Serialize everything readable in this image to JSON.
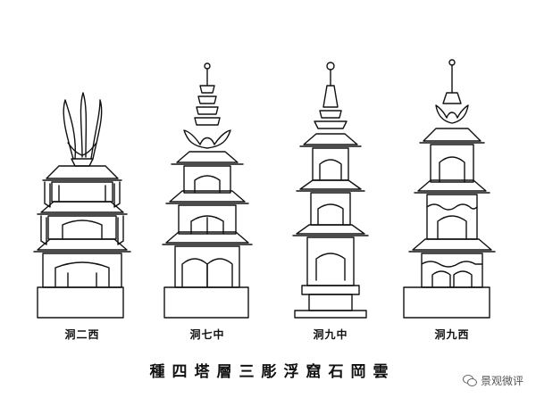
{
  "captions": [
    {
      "id": "cave2-west",
      "text": "洞二西"
    },
    {
      "id": "cave7-center",
      "text": "洞七中"
    },
    {
      "id": "cave9-center",
      "text": "洞九中"
    },
    {
      "id": "cave9-west",
      "text": "洞九西"
    }
  ],
  "title": "種四塔層三彫浮窟石岡雲",
  "watermark": "景观微评",
  "watermark_icon": "wechat-icon",
  "ink_color": "#111111"
}
